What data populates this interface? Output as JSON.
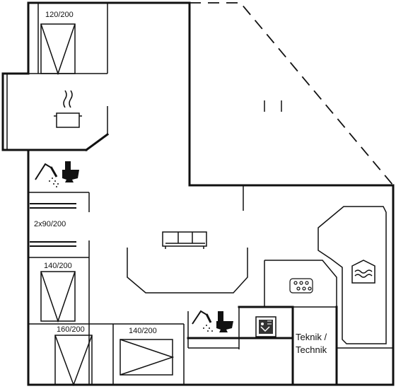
{
  "bed_labels": {
    "top": "120/200",
    "bunk": "2x90/200",
    "left_mid": "140/200",
    "bottom_left": "160/200",
    "bottom_center": "140/200"
  },
  "technical_room": {
    "line1": "Teknik /",
    "line2": "Technik"
  },
  "icons": [
    "stove-pot-icon",
    "shower-icon",
    "toilet-icon",
    "sofa-icon",
    "whirlpool-icon",
    "pool-icon",
    "sauna-icon"
  ],
  "colors": {
    "wall": "#111111",
    "background": "#ffffff"
  }
}
